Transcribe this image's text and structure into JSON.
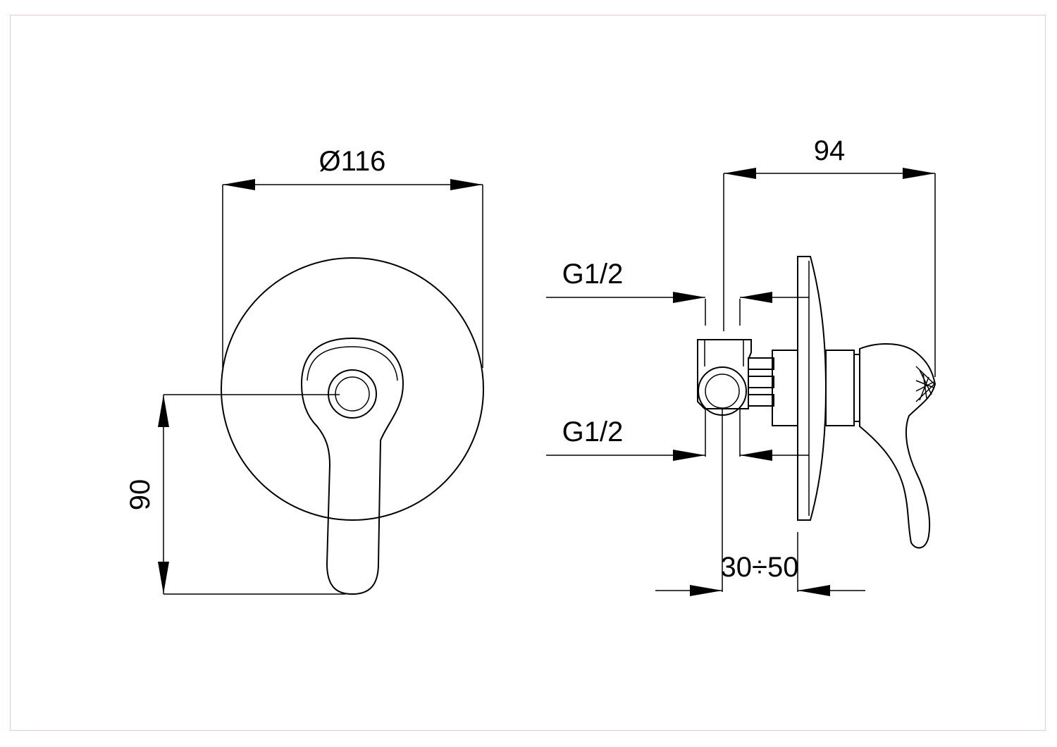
{
  "front_view": {
    "diameter_label": "Ø116",
    "height_label": "90"
  },
  "side_view": {
    "depth_label": "94",
    "thread_top_label": "G1/2",
    "thread_bottom_label": "G1/2",
    "install_range_label": "30÷50"
  }
}
